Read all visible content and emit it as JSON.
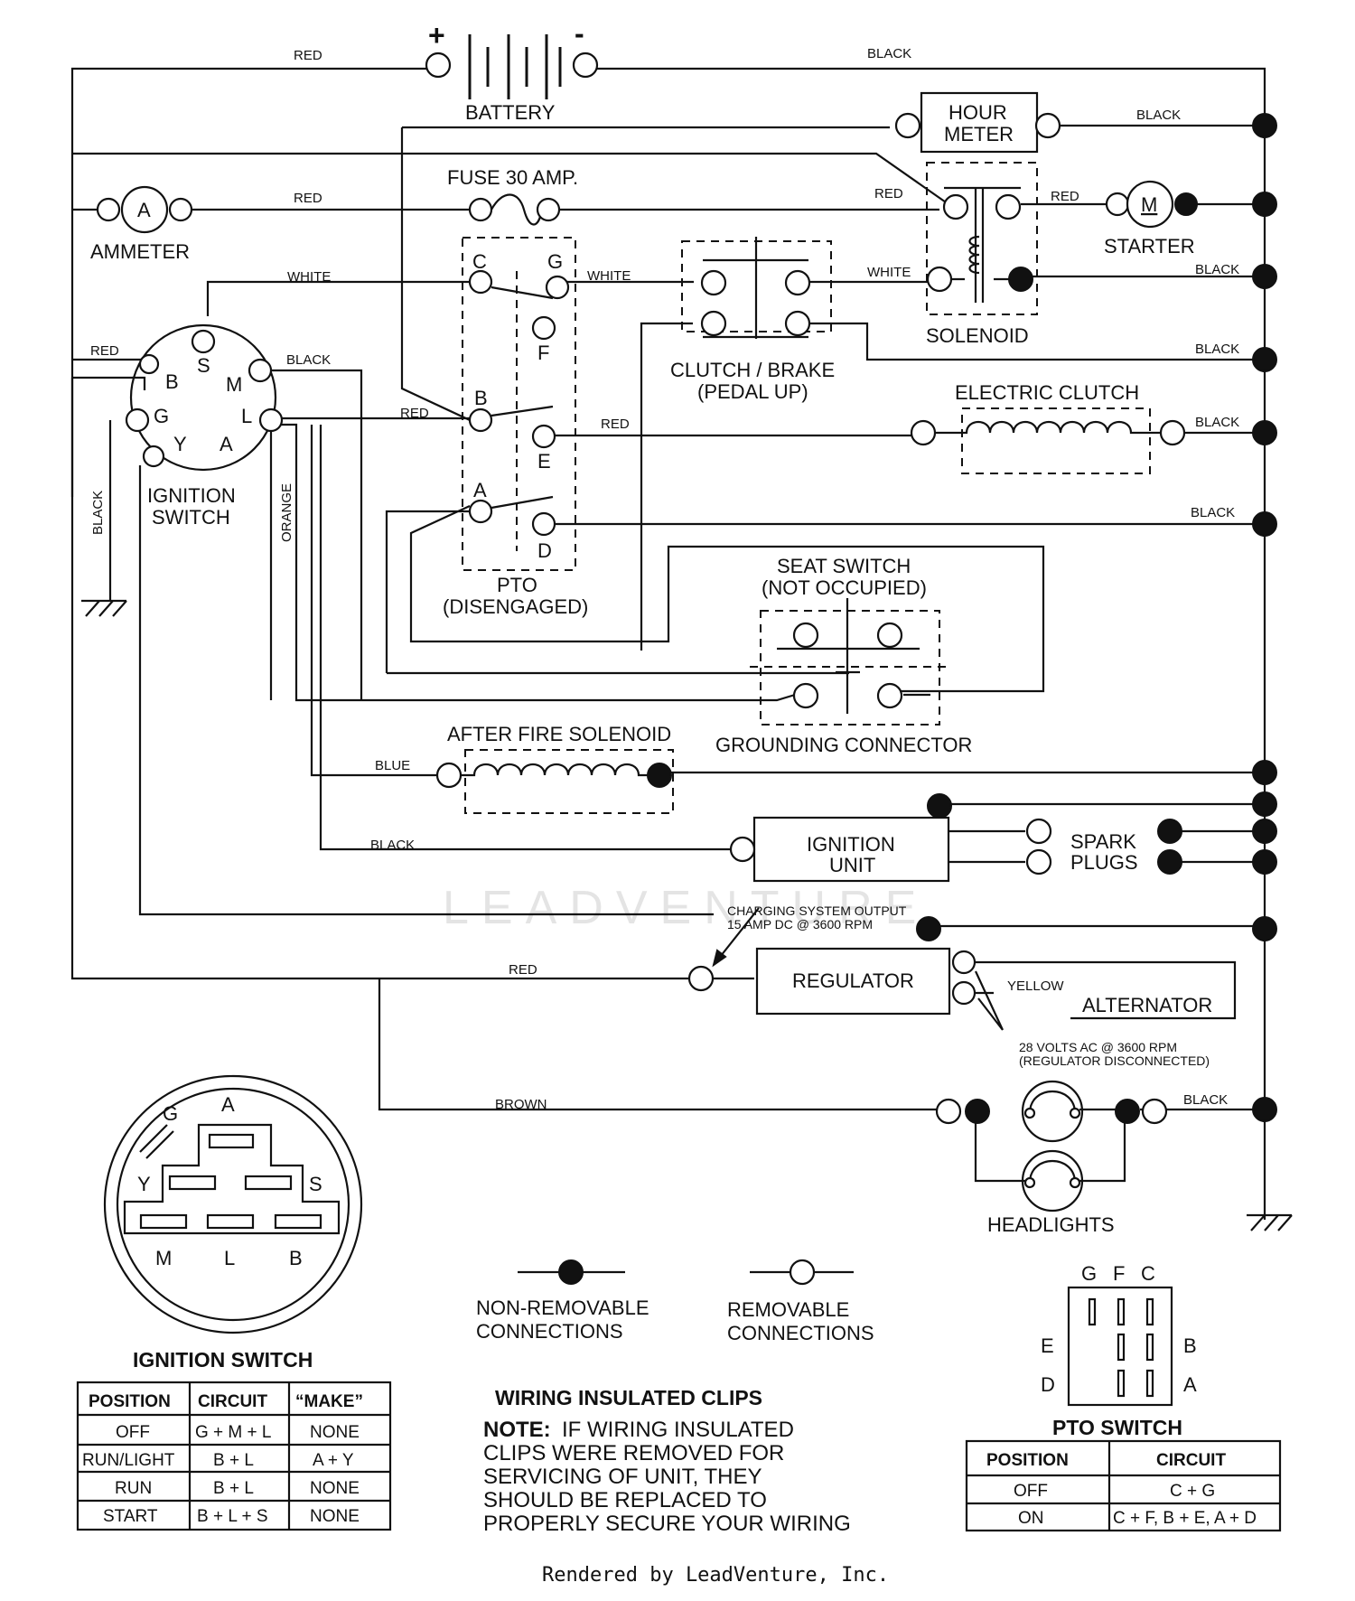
{
  "components": {
    "battery": "BATTERY",
    "battery_plus": "+",
    "battery_minus": "-",
    "hour_meter_line1": "HOUR",
    "hour_meter_line2": "METER",
    "fuse": "FUSE 30 AMP.",
    "ammeter": "AMMETER",
    "ammeter_symbol": "A",
    "starter": "STARTER",
    "starter_symbol": "M",
    "solenoid": "SOLENOID",
    "clutch_brake_line1": "CLUTCH / BRAKE",
    "clutch_brake_line2": "(PEDAL UP)",
    "electric_clutch": "ELECTRIC CLUTCH",
    "ignition_switch_line1": "IGNITION",
    "ignition_switch_line2": "SWITCH",
    "pto_line1": "PTO",
    "pto_line2": "(DISENGAGED)",
    "seat_switch_line1": "SEAT SWITCH",
    "seat_switch_line2": "(NOT OCCUPIED)",
    "grounding_connector": "GROUNDING CONNECTOR",
    "after_fire_solenoid": "AFTER FIRE SOLENOID",
    "ignition_unit_line1": "IGNITION",
    "ignition_unit_line2": "UNIT",
    "spark_plugs_line1": "SPARK",
    "spark_plugs_line2": "PLUGS",
    "charging_output_line1": "CHARGING SYSTEM OUTPUT",
    "charging_output_line2": "15 AMP DC @ 3600 RPM",
    "regulator": "REGULATOR",
    "alternator": "ALTERNATOR",
    "alternator_note_line1": "28 VOLTS AC @ 3600 RPM",
    "alternator_note_line2": "(REGULATOR DISCONNECTED)",
    "headlights": "HEADLIGHTS"
  },
  "terminals": {
    "ign_S": "S",
    "ign_B": "B",
    "ign_M": "M",
    "ign_G": "G",
    "ign_L": "L",
    "ign_Y": "Y",
    "ign_A": "A",
    "pto_C": "C",
    "pto_G": "G",
    "pto_F": "F",
    "pto_B": "B",
    "pto_E": "E",
    "pto_A": "A",
    "pto_D": "D"
  },
  "wires": {
    "red": "RED",
    "black": "BLACK",
    "white": "WHITE",
    "orange": "ORANGE",
    "blue": "BLUE",
    "yellow": "YELLOW",
    "brown": "BROWN"
  },
  "legend": {
    "non_removable_line1": "NON-REMOVABLE",
    "non_removable_line2": "CONNECTIONS",
    "removable_line1": "REMOVABLE",
    "removable_line2": "CONNECTIONS"
  },
  "ignition_switch_inset": {
    "labels": {
      "G": "G",
      "A": "A",
      "Y": "Y",
      "S": "S",
      "M": "M",
      "L": "L",
      "B": "B"
    }
  },
  "ignition_switch_table": {
    "title": "IGNITION SWITCH",
    "headers": [
      "POSITION",
      "CIRCUIT",
      "“MAKE”"
    ],
    "rows": [
      [
        "OFF",
        "G + M + L",
        "NONE"
      ],
      [
        "RUN/LIGHT",
        "B + L",
        "A + Y"
      ],
      [
        "RUN",
        "B + L",
        "NONE"
      ],
      [
        "START",
        "B + L + S",
        "NONE"
      ]
    ]
  },
  "pto_switch_inset": {
    "top": [
      "G",
      "F",
      "C"
    ],
    "left": [
      "E",
      "D"
    ],
    "right": [
      "B",
      "A"
    ]
  },
  "pto_switch_table": {
    "title": "PTO SWITCH",
    "headers": [
      "POSITION",
      "CIRCUIT"
    ],
    "rows": [
      [
        "OFF",
        "C + G"
      ],
      [
        "ON",
        "C + F, B + E, A + D"
      ]
    ]
  },
  "note": {
    "title": "WIRING INSULATED CLIPS",
    "prefix": "NOTE:",
    "lines": [
      "IF WIRING INSULATED",
      "CLIPS WERE REMOVED FOR",
      "SERVICING OF UNIT, THEY",
      "SHOULD BE REPLACED TO",
      "PROPERLY SECURE YOUR WIRING"
    ]
  },
  "watermark": "LEADVENTURE",
  "footer": "Rendered by LeadVenture, Inc."
}
